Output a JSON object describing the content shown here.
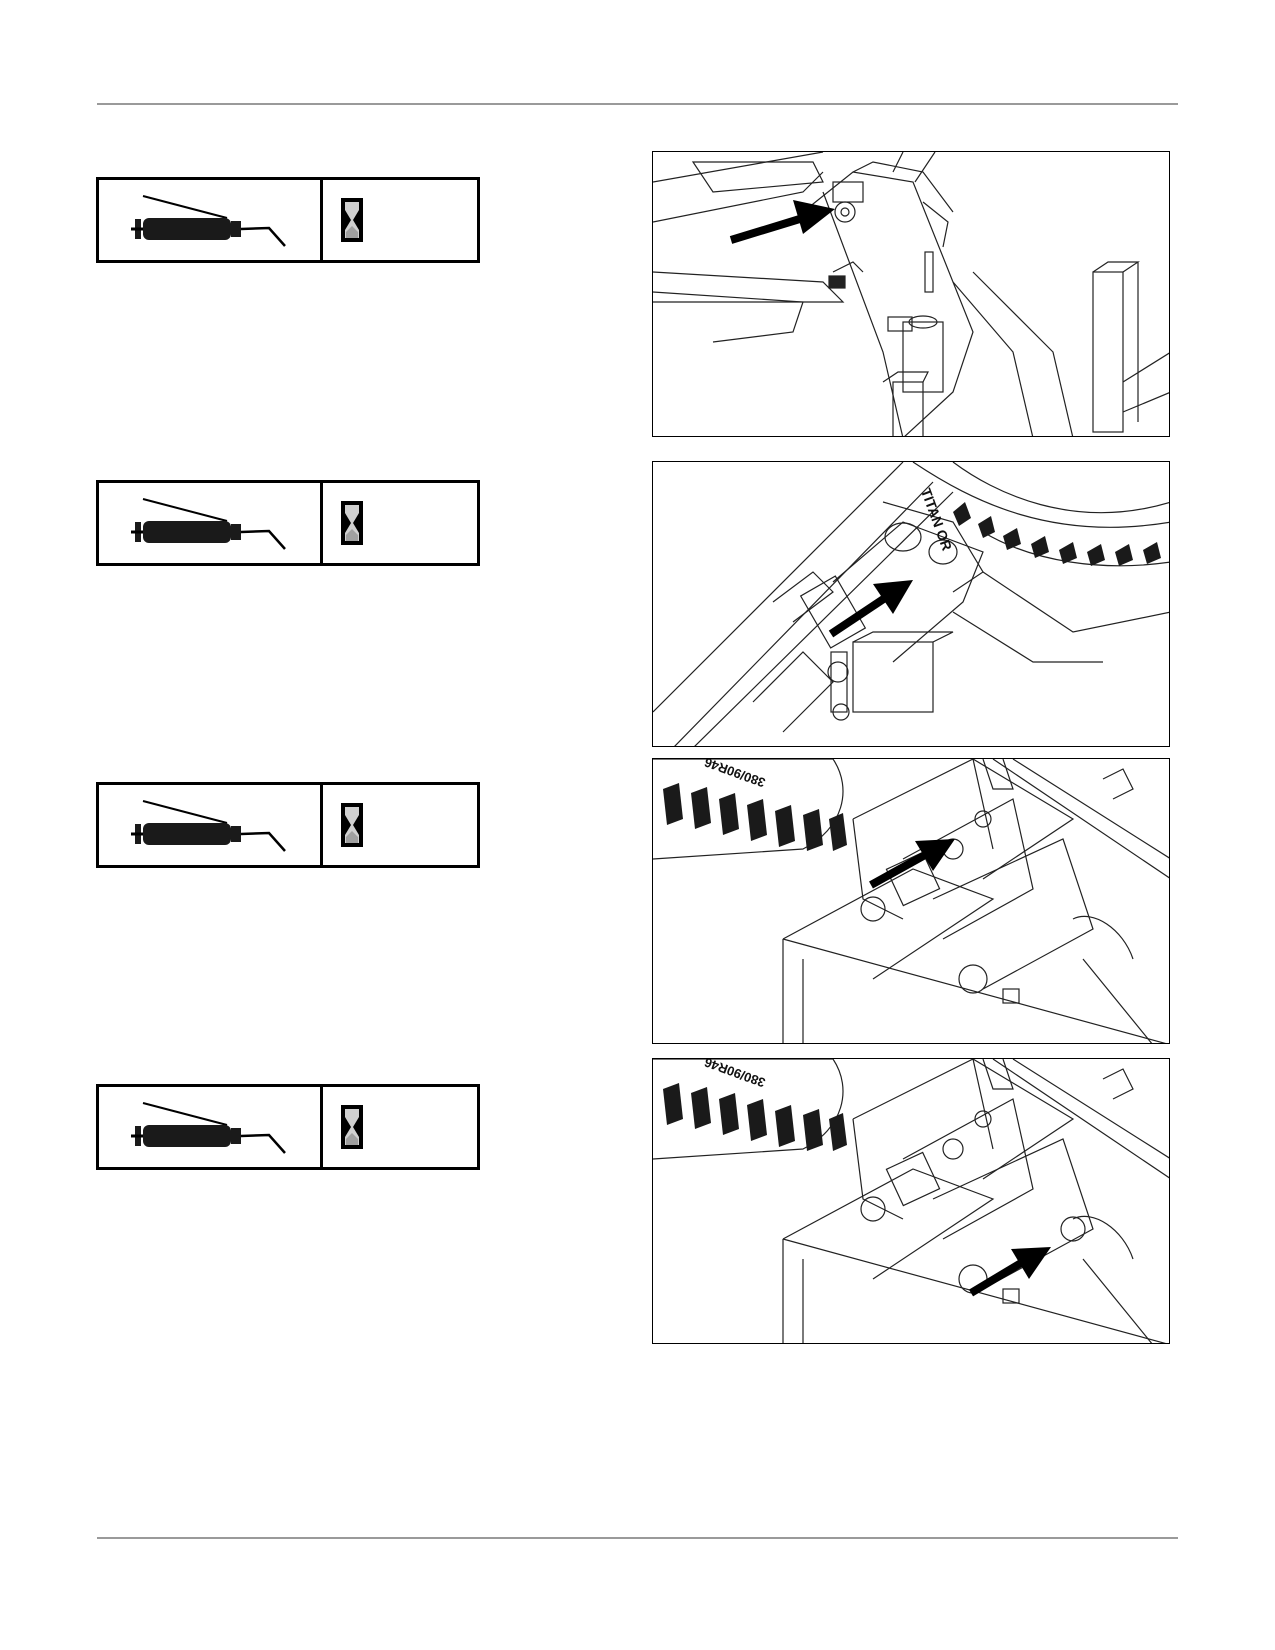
{
  "page": {
    "header": "",
    "footer": ""
  },
  "lube_points": [
    {
      "interval": "",
      "icons": [
        "grease-gun-icon",
        "hourglass-icon"
      ]
    },
    {
      "interval": "",
      "icons": [
        "grease-gun-icon",
        "hourglass-icon"
      ]
    },
    {
      "interval": "",
      "icons": [
        "grease-gun-icon",
        "hourglass-icon"
      ]
    },
    {
      "interval": "",
      "icons": [
        "grease-gun-icon",
        "hourglass-icon"
      ]
    }
  ],
  "figures": [
    {
      "illustration": "wing-hinge-pivot",
      "labels": []
    },
    {
      "illustration": "wheel-axle-pivot",
      "labels": [
        "TITAN OR"
      ]
    },
    {
      "illustration": "center-frame-pivot-upper",
      "labels": [
        "380/90R46"
      ]
    },
    {
      "illustration": "center-frame-pivot-lower",
      "labels": [
        "380/90R46"
      ]
    }
  ]
}
